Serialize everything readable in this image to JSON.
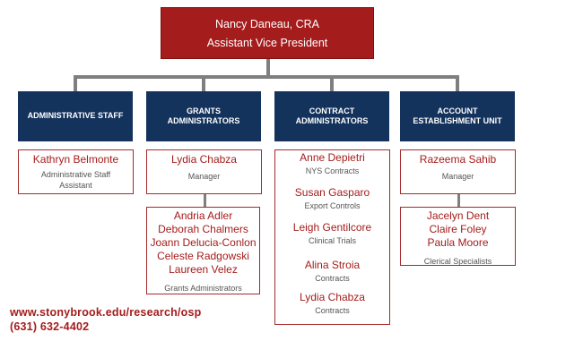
{
  "top": {
    "name": "Nancy Daneau, CRA",
    "title": "Assistant Vice President"
  },
  "departments": [
    {
      "label": "ADMINISTRATIVE STAFF"
    },
    {
      "label": "GRANTS ADMINISTRATORS"
    },
    {
      "label": "CONTRACT ADMINISTRATORS"
    },
    {
      "label": "ACCOUNT ESTABLISHMENT UNIT"
    }
  ],
  "admin_staff": {
    "name": "Kathryn Belmonte",
    "role": "Administrative Staff Assistant"
  },
  "grants": {
    "manager_name": "Lydia Chabza",
    "manager_role": "Manager",
    "members": [
      "Andria Adler",
      "Deborah Chalmers",
      "Joann Delucia-Conlon",
      "Celeste Radgowski",
      "Laureen Velez"
    ],
    "members_role": "Grants Administrators"
  },
  "contracts": [
    {
      "name": "Anne Depietri",
      "role": "NYS Contracts"
    },
    {
      "name": "Susan Gasparo",
      "role": "Export Controls"
    },
    {
      "name": "Leigh Gentilcore",
      "role": "Clinical Trials"
    },
    {
      "name": "Alina Stroia",
      "role": "Contracts"
    },
    {
      "name": "Lydia Chabza",
      "role": "Contracts"
    }
  ],
  "account_unit": {
    "manager_name": "Razeema Sahib",
    "manager_role": "Manager",
    "members": [
      "Jacelyn Dent",
      "Claire Foley",
      "Paula Moore"
    ],
    "members_role": "Clerical Specialists"
  },
  "contact": {
    "url": "www.stonybrook.edu/research/osp",
    "phone": "(631) 632-4402"
  },
  "colors": {
    "accent_red": "#a51c1c",
    "navy": "#13325c",
    "connector_gray": "#7f7f7f"
  }
}
